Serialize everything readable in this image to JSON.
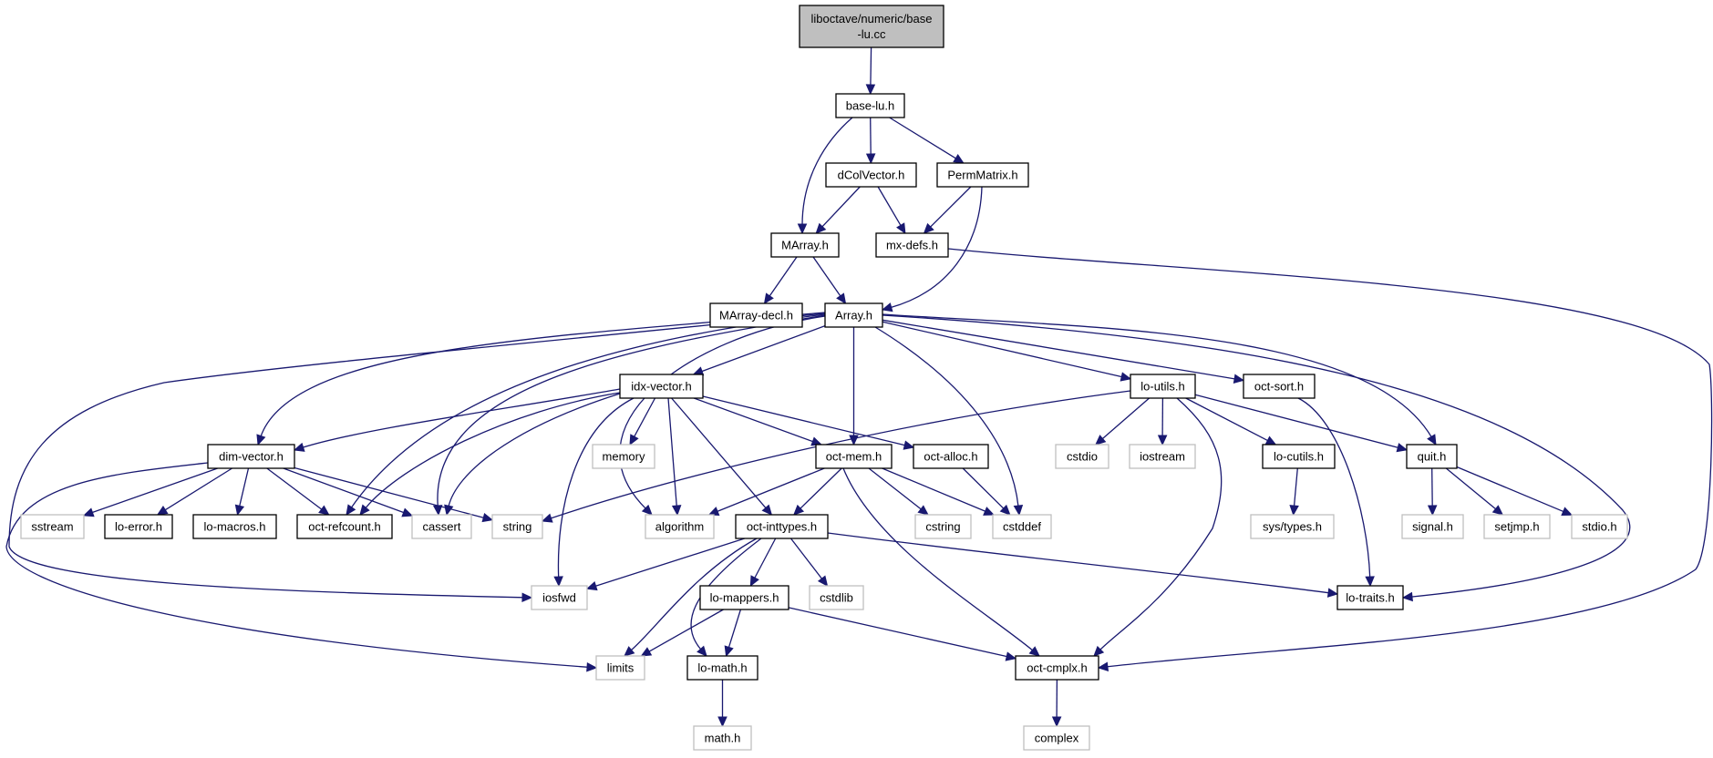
{
  "title": "Include dependency graph for liboctave/numeric/base-lu.cc",
  "colors": {
    "edge": "#191970",
    "root_fill": "#bfbfbf",
    "local_border": "#000000",
    "system_border": "#bfbfbf",
    "background": "#ffffff"
  },
  "nodes": [
    {
      "id": "root",
      "label_lines": [
        "liboctave/numeric/base",
        "-lu.cc"
      ],
      "kind": "root"
    },
    {
      "id": "base-lu.h",
      "label_lines": [
        "base-lu.h"
      ],
      "kind": "local"
    },
    {
      "id": "dColVector.h",
      "label_lines": [
        "dColVector.h"
      ],
      "kind": "local"
    },
    {
      "id": "PermMatrix.h",
      "label_lines": [
        "PermMatrix.h"
      ],
      "kind": "local"
    },
    {
      "id": "MArray.h",
      "label_lines": [
        "MArray.h"
      ],
      "kind": "local"
    },
    {
      "id": "mx-defs.h",
      "label_lines": [
        "mx-defs.h"
      ],
      "kind": "local"
    },
    {
      "id": "MArray-decl.h",
      "label_lines": [
        "MArray-decl.h"
      ],
      "kind": "local"
    },
    {
      "id": "Array.h",
      "label_lines": [
        "Array.h"
      ],
      "kind": "local"
    },
    {
      "id": "idx-vector.h",
      "label_lines": [
        "idx-vector.h"
      ],
      "kind": "local"
    },
    {
      "id": "lo-utils.h",
      "label_lines": [
        "lo-utils.h"
      ],
      "kind": "local"
    },
    {
      "id": "oct-sort.h",
      "label_lines": [
        "oct-sort.h"
      ],
      "kind": "local"
    },
    {
      "id": "dim-vector.h",
      "label_lines": [
        "dim-vector.h"
      ],
      "kind": "local"
    },
    {
      "id": "memory",
      "label_lines": [
        "memory"
      ],
      "kind": "system"
    },
    {
      "id": "oct-mem.h",
      "label_lines": [
        "oct-mem.h"
      ],
      "kind": "local"
    },
    {
      "id": "oct-alloc.h",
      "label_lines": [
        "oct-alloc.h"
      ],
      "kind": "local"
    },
    {
      "id": "cstdio",
      "label_lines": [
        "cstdio"
      ],
      "kind": "system"
    },
    {
      "id": "iostream",
      "label_lines": [
        "iostream"
      ],
      "kind": "system"
    },
    {
      "id": "lo-cutils.h",
      "label_lines": [
        "lo-cutils.h"
      ],
      "kind": "local"
    },
    {
      "id": "quit.h",
      "label_lines": [
        "quit.h"
      ],
      "kind": "local"
    },
    {
      "id": "sstream",
      "label_lines": [
        "sstream"
      ],
      "kind": "system"
    },
    {
      "id": "lo-error.h",
      "label_lines": [
        "lo-error.h"
      ],
      "kind": "local"
    },
    {
      "id": "lo-macros.h",
      "label_lines": [
        "lo-macros.h"
      ],
      "kind": "local"
    },
    {
      "id": "oct-refcount.h",
      "label_lines": [
        "oct-refcount.h"
      ],
      "kind": "local"
    },
    {
      "id": "cassert",
      "label_lines": [
        "cassert"
      ],
      "kind": "system"
    },
    {
      "id": "string",
      "label_lines": [
        "string"
      ],
      "kind": "system"
    },
    {
      "id": "algorithm",
      "label_lines": [
        "algorithm"
      ],
      "kind": "system"
    },
    {
      "id": "oct-inttypes.h",
      "label_lines": [
        "oct-inttypes.h"
      ],
      "kind": "local"
    },
    {
      "id": "cstring",
      "label_lines": [
        "cstring"
      ],
      "kind": "system"
    },
    {
      "id": "cstddef",
      "label_lines": [
        "cstddef"
      ],
      "kind": "system"
    },
    {
      "id": "sys/types.h",
      "label_lines": [
        "sys/types.h"
      ],
      "kind": "system"
    },
    {
      "id": "signal.h",
      "label_lines": [
        "signal.h"
      ],
      "kind": "system"
    },
    {
      "id": "setjmp.h",
      "label_lines": [
        "setjmp.h"
      ],
      "kind": "system"
    },
    {
      "id": "stdio.h",
      "label_lines": [
        "stdio.h"
      ],
      "kind": "system"
    },
    {
      "id": "iosfwd",
      "label_lines": [
        "iosfwd"
      ],
      "kind": "system"
    },
    {
      "id": "lo-mappers.h",
      "label_lines": [
        "lo-mappers.h"
      ],
      "kind": "local"
    },
    {
      "id": "cstdlib",
      "label_lines": [
        "cstdlib"
      ],
      "kind": "system"
    },
    {
      "id": "lo-traits.h",
      "label_lines": [
        "lo-traits.h"
      ],
      "kind": "local"
    },
    {
      "id": "limits",
      "label_lines": [
        "limits"
      ],
      "kind": "system"
    },
    {
      "id": "lo-math.h",
      "label_lines": [
        "lo-math.h"
      ],
      "kind": "local"
    },
    {
      "id": "oct-cmplx.h",
      "label_lines": [
        "oct-cmplx.h"
      ],
      "kind": "local"
    },
    {
      "id": "math.h",
      "label_lines": [
        "math.h"
      ],
      "kind": "system"
    },
    {
      "id": "complex",
      "label_lines": [
        "complex"
      ],
      "kind": "system"
    }
  ],
  "edges": [
    [
      "root",
      "base-lu.h"
    ],
    [
      "base-lu.h",
      "dColVector.h"
    ],
    [
      "base-lu.h",
      "PermMatrix.h"
    ],
    [
      "base-lu.h",
      "MArray.h"
    ],
    [
      "dColVector.h",
      "MArray.h"
    ],
    [
      "dColVector.h",
      "mx-defs.h"
    ],
    [
      "PermMatrix.h",
      "mx-defs.h"
    ],
    [
      "PermMatrix.h",
      "Array.h"
    ],
    [
      "MArray.h",
      "MArray-decl.h"
    ],
    [
      "MArray.h",
      "Array.h"
    ],
    [
      "mx-defs.h",
      "oct-cmplx.h"
    ],
    [
      "Array.h",
      "idx-vector.h"
    ],
    [
      "Array.h",
      "oct-mem.h"
    ],
    [
      "Array.h",
      "cstddef"
    ],
    [
      "Array.h",
      "lo-utils.h"
    ],
    [
      "Array.h",
      "oct-sort.h"
    ],
    [
      "Array.h",
      "quit.h"
    ],
    [
      "Array.h",
      "lo-traits.h"
    ],
    [
      "Array.h",
      "dim-vector.h"
    ],
    [
      "Array.h",
      "oct-refcount.h"
    ],
    [
      "Array.h",
      "cassert"
    ],
    [
      "Array.h",
      "algorithm"
    ],
    [
      "Array.h",
      "iosfwd"
    ],
    [
      "idx-vector.h",
      "dim-vector.h"
    ],
    [
      "idx-vector.h",
      "memory"
    ],
    [
      "idx-vector.h",
      "algorithm"
    ],
    [
      "idx-vector.h",
      "oct-inttypes.h"
    ],
    [
      "idx-vector.h",
      "oct-mem.h"
    ],
    [
      "idx-vector.h",
      "oct-alloc.h"
    ],
    [
      "idx-vector.h",
      "oct-refcount.h"
    ],
    [
      "idx-vector.h",
      "cassert"
    ],
    [
      "idx-vector.h",
      "iosfwd"
    ],
    [
      "dim-vector.h",
      "sstream"
    ],
    [
      "dim-vector.h",
      "lo-error.h"
    ],
    [
      "dim-vector.h",
      "lo-macros.h"
    ],
    [
      "dim-vector.h",
      "oct-refcount.h"
    ],
    [
      "dim-vector.h",
      "cassert"
    ],
    [
      "dim-vector.h",
      "string"
    ],
    [
      "dim-vector.h",
      "limits"
    ],
    [
      "lo-utils.h",
      "string"
    ],
    [
      "lo-utils.h",
      "cstdio"
    ],
    [
      "lo-utils.h",
      "iostream"
    ],
    [
      "lo-utils.h",
      "lo-cutils.h"
    ],
    [
      "lo-utils.h",
      "quit.h"
    ],
    [
      "lo-utils.h",
      "oct-cmplx.h"
    ],
    [
      "oct-sort.h",
      "lo-traits.h"
    ],
    [
      "oct-mem.h",
      "algorithm"
    ],
    [
      "oct-mem.h",
      "oct-inttypes.h"
    ],
    [
      "oct-mem.h",
      "cstring"
    ],
    [
      "oct-mem.h",
      "cstddef"
    ],
    [
      "oct-mem.h",
      "oct-cmplx.h"
    ],
    [
      "oct-alloc.h",
      "cstddef"
    ],
    [
      "lo-cutils.h",
      "sys/types.h"
    ],
    [
      "quit.h",
      "signal.h"
    ],
    [
      "quit.h",
      "setjmp.h"
    ],
    [
      "quit.h",
      "stdio.h"
    ],
    [
      "oct-inttypes.h",
      "iosfwd"
    ],
    [
      "oct-inttypes.h",
      "limits"
    ],
    [
      "oct-inttypes.h",
      "lo-math.h"
    ],
    [
      "oct-inttypes.h",
      "lo-mappers.h"
    ],
    [
      "oct-inttypes.h",
      "cstdlib"
    ],
    [
      "oct-inttypes.h",
      "lo-traits.h"
    ],
    [
      "lo-mappers.h",
      "limits"
    ],
    [
      "lo-mappers.h",
      "lo-math.h"
    ],
    [
      "lo-mappers.h",
      "oct-cmplx.h"
    ],
    [
      "lo-math.h",
      "math.h"
    ],
    [
      "oct-cmplx.h",
      "complex"
    ]
  ]
}
